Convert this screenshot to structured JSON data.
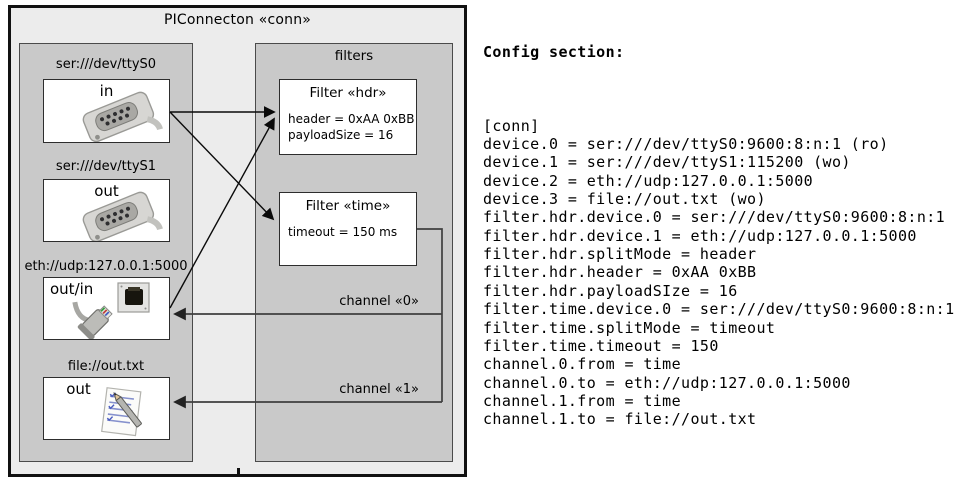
{
  "diagram": {
    "title": "PIConnecton «conn»",
    "devices_panel": {
      "devices": [
        {
          "label": "ser:///dev/ttyS0",
          "port": "in"
        },
        {
          "label": "ser:///dev/ttyS1",
          "port": "out"
        },
        {
          "label": "eth://udp:127.0.0.1:5000",
          "port": "out/in"
        },
        {
          "label": "file://out.txt",
          "port": "out"
        }
      ]
    },
    "filters_panel": {
      "title": "filters",
      "filters": [
        {
          "title": "Filter «hdr»",
          "attributes": [
            "header = 0xAA 0xBB",
            "payloadSize = 16"
          ]
        },
        {
          "title": "Filter «time»",
          "attributes": [
            "timeout = 150 ms"
          ]
        }
      ]
    },
    "channels": [
      {
        "label": "channel «0»"
      },
      {
        "label": "channel «1»"
      }
    ],
    "colors": {
      "outer_fill": "#ececec",
      "panel_fill": "#c9c9c9",
      "box_fill": "#ffffff",
      "line": "#000000"
    }
  },
  "config": {
    "heading": "Config section:",
    "lines": [
      "[conn]",
      "device.0 = ser:///dev/ttyS0:9600:8:n:1 (ro)",
      "device.1 = ser:///dev/ttyS1:115200 (wo)",
      "device.2 = eth://udp:127.0.0.1:5000",
      "device.3 = file://out.txt (wo)",
      "filter.hdr.device.0 = ser:///dev/ttyS0:9600:8:n:1",
      "filter.hdr.device.1 = eth://udp:127.0.0.1:5000",
      "filter.hdr.splitMode = header",
      "filter.hdr.header = 0xAA 0xBB",
      "filter.hdr.payloadSIze = 16",
      "filter.time.device.0 = ser:///dev/ttyS0:9600:8:n:1",
      "filter.time.splitMode = timeout",
      "filter.time.timeout = 150",
      "channel.0.from = time",
      "channel.0.to = eth://udp:127.0.0.1:5000",
      "channel.1.from = time",
      "channel.1.to = file://out.txt"
    ]
  }
}
